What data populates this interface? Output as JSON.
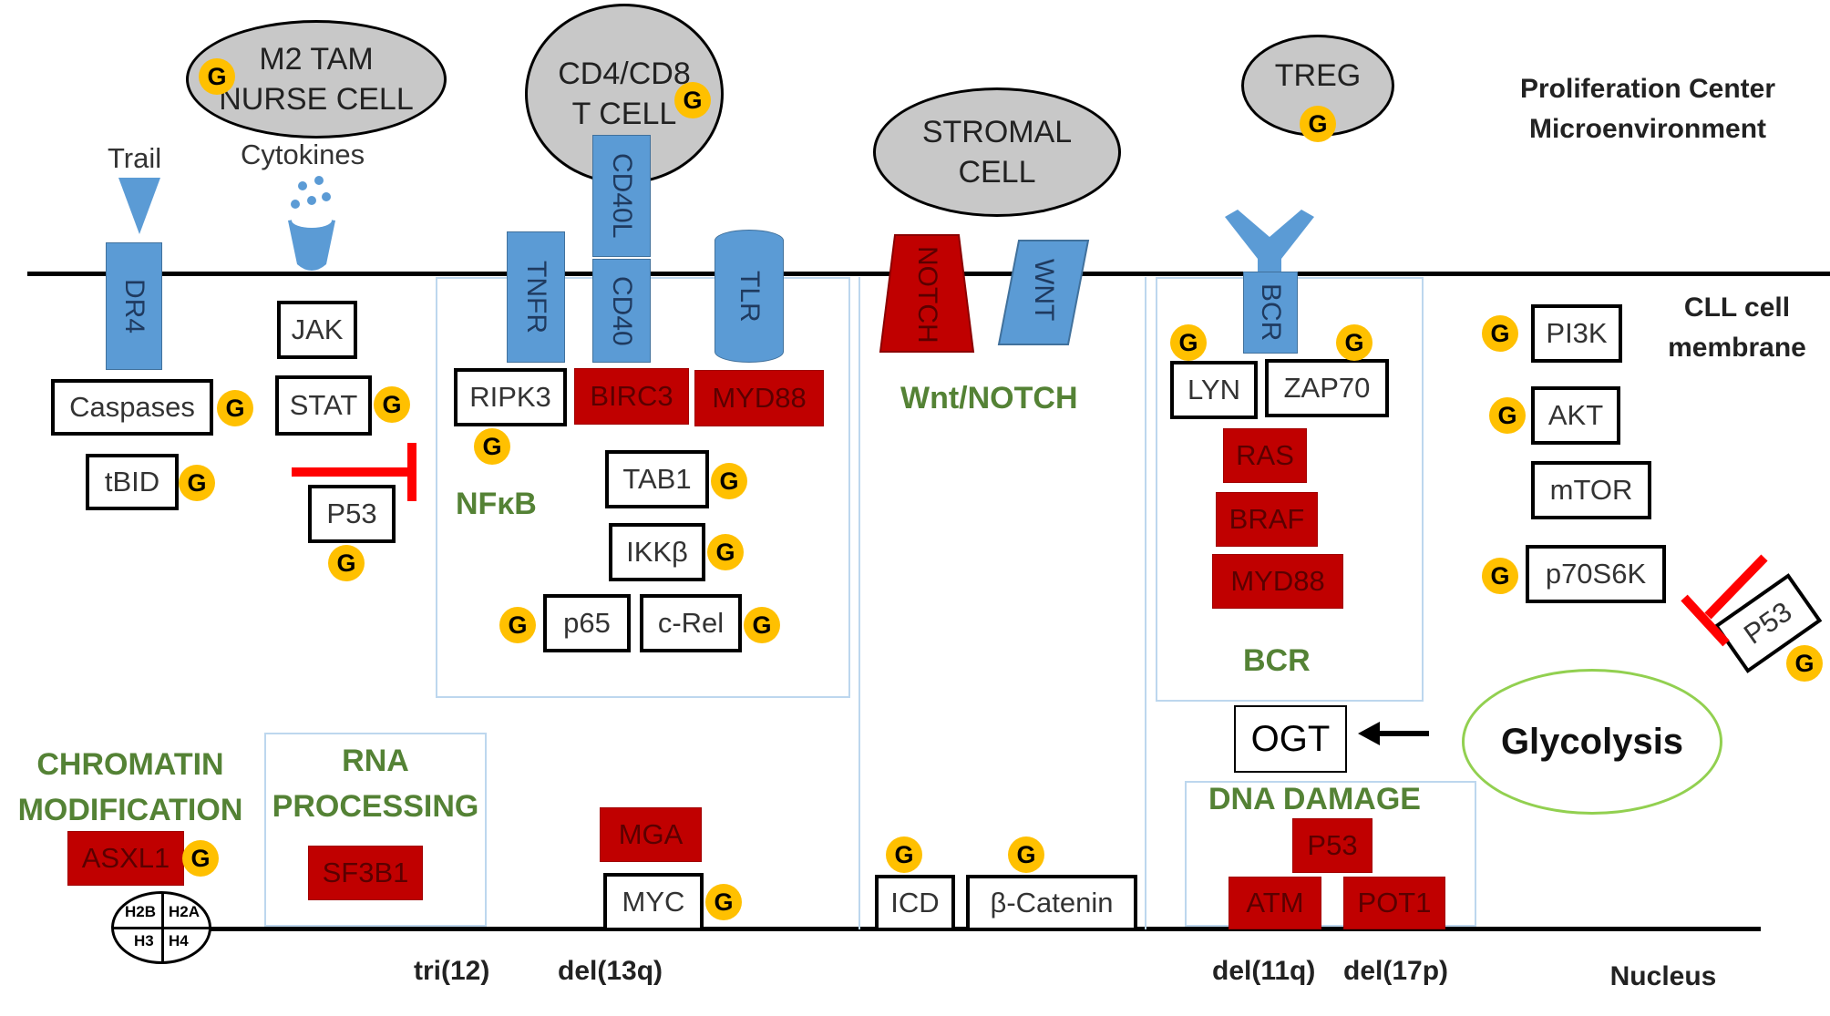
{
  "cells": {
    "m2tam": "M2 TAM\nNURSE CELL",
    "tcell": "CD4/CD8\nT CELL",
    "stromal": "STROMAL\nCELL",
    "treg": "TREG"
  },
  "headers": {
    "proliferation": "Proliferation Center\nMicroenvironment",
    "membrane": "CLL cell\nmembrane",
    "nucleus": "Nucleus"
  },
  "ligands": {
    "trail": "Trail",
    "cytokines": "Cytokines"
  },
  "receptors": {
    "dr4": "DR4",
    "tnfr": "TNFR",
    "cd40l": "CD40L",
    "cd40": "CD40",
    "tlr": "TLR",
    "notch": "NOTCH",
    "wnt": "WNT",
    "bcr": "BCR"
  },
  "white_boxes": {
    "caspases": "Caspases",
    "tbid": "tBID",
    "jak": "JAK",
    "stat": "STAT",
    "p53_left": "P53",
    "ripk3": "RIPK3",
    "tab1": "TAB1",
    "ikkb": "IKKβ",
    "p65": "p65",
    "crel": "c-Rel",
    "lyn": "LYN",
    "zap70": "ZAP70",
    "pi3k": "PI3K",
    "akt": "AKT",
    "mtor": "mTOR",
    "p70s6k": "p70S6K",
    "p53_right": "P53",
    "ogt": "OGT",
    "myc": "MYC",
    "icd": "ICD",
    "bcatenin": "β-Catenin"
  },
  "red_boxes": {
    "birc3": "BIRC3",
    "myd88_a": "MYD88",
    "ras": "RAS",
    "braf": "BRAF",
    "myd88_b": "MYD88",
    "asxl1": "ASXL1",
    "sf3b1": "SF3B1",
    "mga": "MGA",
    "p53_dna": "P53",
    "atm": "ATM",
    "pot1": "POT1"
  },
  "pathways": {
    "nfkb": "NFκB",
    "wnt_notch": "Wnt/NOTCH",
    "bcr": "BCR",
    "chromatin": "CHROMATIN\nMODIFICATION",
    "rna": "RNA\nPROCESSING",
    "dna_damage": "DNA DAMAGE"
  },
  "glycolysis": "Glycolysis",
  "histones": {
    "h2b": "H2B",
    "h2a": "H2A",
    "h3": "H3",
    "h4": "H4"
  },
  "cytogenetics": {
    "tri12": "tri(12)",
    "del13q": "del(13q)",
    "del11q": "del(11q)",
    "del17p": "del(17p)"
  },
  "badge_letter": "G",
  "colors": {
    "receptor_blue": "#5b9bd5",
    "mutation_red": "#c00000",
    "pathway_green": "#548235",
    "badge_gold": "#ffc000",
    "inhibition_red": "#ff0000"
  }
}
